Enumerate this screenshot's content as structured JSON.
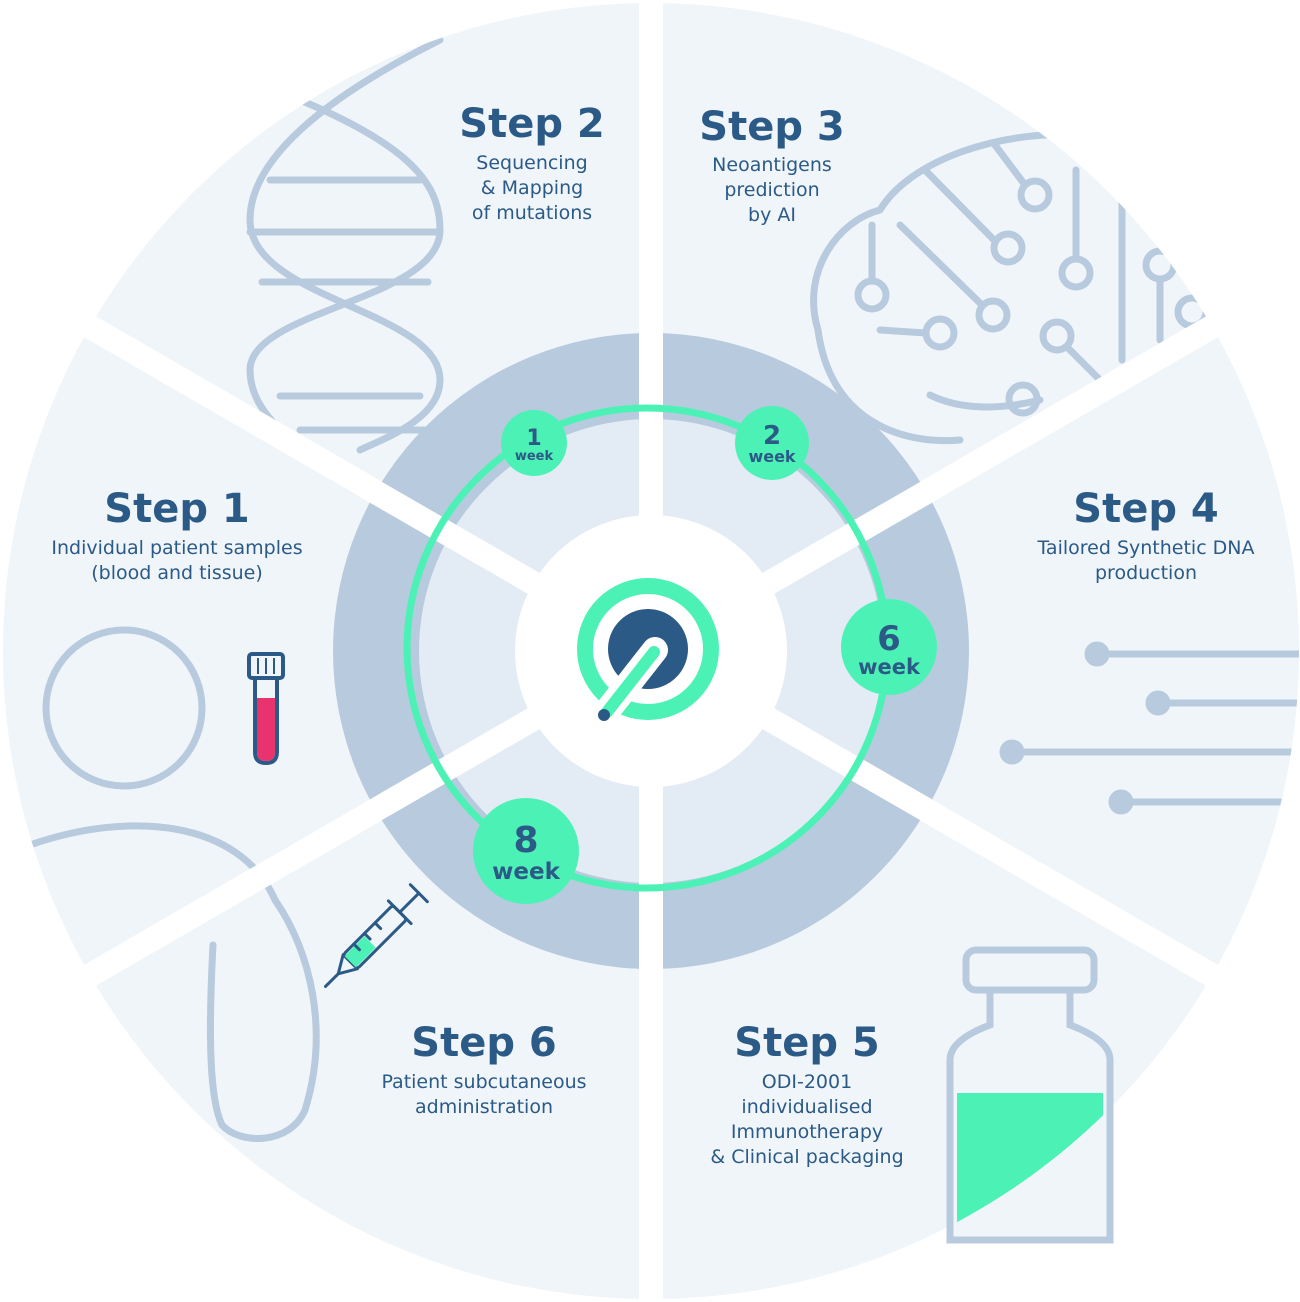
{
  "steps": [
    {
      "title": "Step 1",
      "lines": [
        "Individual patient samples",
        "(blood and tissue)"
      ]
    },
    {
      "title": "Step 2",
      "lines": [
        "Sequencing",
        "& Mapping",
        "of mutations"
      ]
    },
    {
      "title": "Step 3",
      "lines": [
        "Neoantigens",
        "prediction",
        "by AI"
      ]
    },
    {
      "title": "Step 4",
      "lines": [
        "Tailored Synthetic DNA",
        "production"
      ]
    },
    {
      "title": "Step 5",
      "lines": [
        "ODI-2001",
        "individualised",
        "Immunotherapy",
        "& Clinical packaging"
      ]
    },
    {
      "title": "Step 6",
      "lines": [
        "Patient subcutaneous",
        "administration"
      ]
    }
  ],
  "weeks": [
    {
      "value": "1",
      "unit": "week"
    },
    {
      "value": "2",
      "unit": "week"
    },
    {
      "value": "6",
      "unit": "week"
    },
    {
      "value": "8",
      "unit": "week"
    }
  ],
  "icons": {
    "step1": "patient-and-test-tube-icon",
    "step2": "dna-helix-icon",
    "step3": "ai-brain-circuit-icon",
    "step4": "synthetic-lines-icon",
    "step5": "vial-icon",
    "step6": "syringe-and-arm-icon",
    "center": "logo-icon"
  },
  "colors": {
    "segment_light": "#f0f5fa",
    "ring_dark": "#b8cadd",
    "ring_light": "#e3ebf4",
    "line_art": "#b8cadd",
    "accent_green": "#4cf2b5",
    "title_blue": "#2b5a86",
    "blood": "#e8336e"
  }
}
